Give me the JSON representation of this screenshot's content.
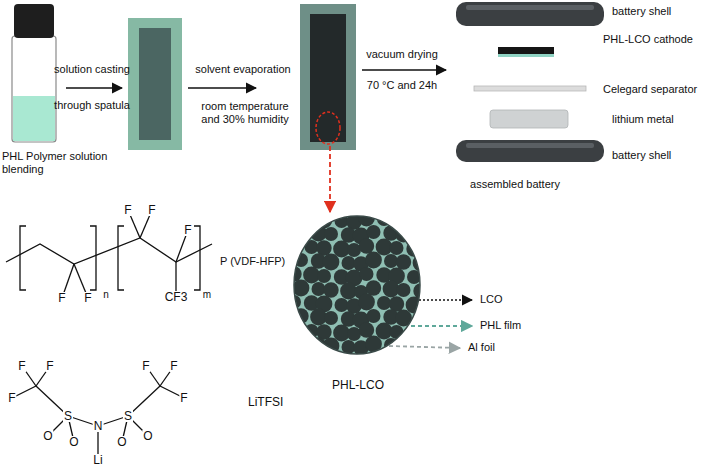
{
  "diagram": {
    "nodes": [
      {
        "text": [
          "PHL Polymer solution blending"
        ]
      },
      {
        "text": [
          "PHL-LCO"
        ]
      }
    ],
    "labels": [
      "solution casting",
      "through spatula",
      "solvent evaporation",
      "room temperature and 30% humidity",
      "vacuum drying",
      "70 °C and 24h",
      "battery shell",
      "PHL-LCO cathode",
      "Celegard separator",
      "lithium metal",
      "battery shell",
      "assembled battery",
      "P (VDF-HFP)",
      "LiTFSI",
      "LCO",
      "PHL film",
      "Al foil",
      "F",
      "F",
      "F",
      "CF3",
      "F",
      "F",
      "n",
      "m",
      "F",
      "F",
      "F",
      "F",
      "F",
      "F",
      "S",
      "S",
      "N",
      "O",
      "O",
      "O",
      "O",
      "Li"
    ]
  }
}
